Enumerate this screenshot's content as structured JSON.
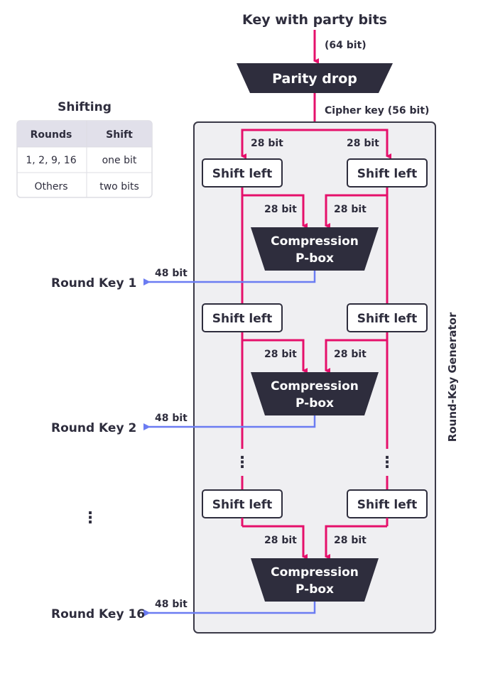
{
  "title": "Key with party bits",
  "input_bits": "(64 bit)",
  "parity_drop": "Parity drop",
  "cipher_key": "Cipher key (56 bit)",
  "generator_label": "Round-Key Generator",
  "half_bits": "28 bit",
  "shift_label": "Shift left",
  "compression": {
    "line1": "Compression",
    "line2": "P-box"
  },
  "round_key_bits": "48 bit",
  "round_keys": [
    "Round Key 1",
    "Round Key 2",
    "Round Key 16"
  ],
  "ellipsis": "⋮",
  "shifting_table": {
    "title": "Shifting",
    "headers": [
      "Rounds",
      "Shift"
    ],
    "rows": [
      [
        "1, 2, 9, 16",
        "one bit"
      ],
      [
        "Others",
        "two bits"
      ]
    ]
  },
  "colors": {
    "key_path": "#e5106b",
    "round_key_path": "#6b7cf2",
    "box_dark": "#2e2d3d",
    "generator_bg": "#efeff2"
  }
}
